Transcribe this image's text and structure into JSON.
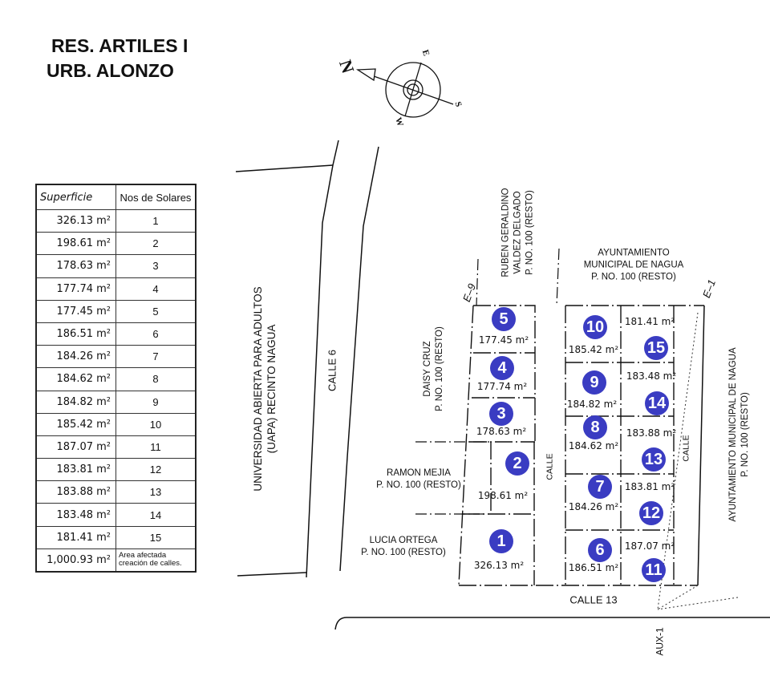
{
  "title": {
    "line1": "RES. ARTILES I",
    "line2": "URB. ALONZO"
  },
  "compass": {
    "n": "N",
    "e": "E",
    "s": "S",
    "w": "W"
  },
  "table": {
    "headers": {
      "area": "Superficie",
      "number": "Nos de Solares"
    },
    "rows": [
      {
        "area": "326.13 m²",
        "number": "1"
      },
      {
        "area": "198.61 m²",
        "number": "2"
      },
      {
        "area": "178.63 m²",
        "number": "3"
      },
      {
        "area": "177.74 m²",
        "number": "4"
      },
      {
        "area": "177.45 m²",
        "number": "5"
      },
      {
        "area": "186.51 m²",
        "number": "6"
      },
      {
        "area": "184.26 m²",
        "number": "7"
      },
      {
        "area": "184.62 m²",
        "number": "8"
      },
      {
        "area": "184.82 m²",
        "number": "9"
      },
      {
        "area": "185.42 m²",
        "number": "10"
      },
      {
        "area": "187.07 m²",
        "number": "11"
      },
      {
        "area": "183.81 m²",
        "number": "12"
      },
      {
        "area": "183.88 m²",
        "number": "13"
      },
      {
        "area": "183.48 m²",
        "number": "14"
      },
      {
        "area": "181.41 m²",
        "number": "15"
      }
    ],
    "total": {
      "area": "1,000.93 m²",
      "note_line1": "Area afectada",
      "note_line2": "creación de calles."
    }
  },
  "labels": {
    "uapa_line1": "UNIVERSIDAD ABIERTA PARA ADULTOS",
    "uapa_line2": "(UAPA) RECINTO NAGUA",
    "calle6": "CALLE 6",
    "calle13": "CALLE 13",
    "calle_a": "CALLE",
    "calle_b": "CALLE",
    "aux1": "AUX-1",
    "e9": "E–9",
    "e1": "E–1",
    "ruben_line1": "RUBEN GERALDINO",
    "ruben_line2": "VALDEZ DELGADO",
    "ruben_line3": "P. NO. 100 (RESTO)",
    "ayto_top_line1": "AYUNTAMIENTO",
    "ayto_top_line2": "MUNICIPAL DE NAGUA",
    "ayto_top_line3": "P. NO. 100 (RESTO)",
    "ayto_right_line1": "AYUNTAMIENTO MUNICIPAL DE NAGUA",
    "ayto_right_line2": "P. NO. 100 (RESTO)",
    "daisy_line1": "DAISY CRUZ",
    "daisy_line2": "P. NO. 100 (RESTO)",
    "ramon_line1": "RAMON MEJIA",
    "ramon_line2": "P. NO. 100 (RESTO)",
    "lucia_line1": "LUCIA ORTEGA",
    "lucia_line2": "P. NO. 100 (RESTO)"
  },
  "lots": [
    {
      "number": "1",
      "area": "326.13 m²"
    },
    {
      "number": "2",
      "area": "198.61 m²"
    },
    {
      "number": "3",
      "area": "178.63 m²"
    },
    {
      "number": "4",
      "area": "177.74 m²"
    },
    {
      "number": "5",
      "area": "177.45 m²"
    },
    {
      "number": "6",
      "area": "186.51 m²"
    },
    {
      "number": "7",
      "area": "184.26 m²"
    },
    {
      "number": "8",
      "area": "184.62 m²"
    },
    {
      "number": "9",
      "area": "184.82 m²"
    },
    {
      "number": "10",
      "area": "185.42 m²"
    },
    {
      "number": "11",
      "area": "187.07 m²"
    },
    {
      "number": "12",
      "area": "183.81 m²"
    },
    {
      "number": "13",
      "area": "183.88 m²"
    },
    {
      "number": "14",
      "area": "183.48 m²"
    },
    {
      "number": "15",
      "area": "181.41 m²"
    }
  ],
  "colors": {
    "lot_marker": "#3a3cc2"
  }
}
